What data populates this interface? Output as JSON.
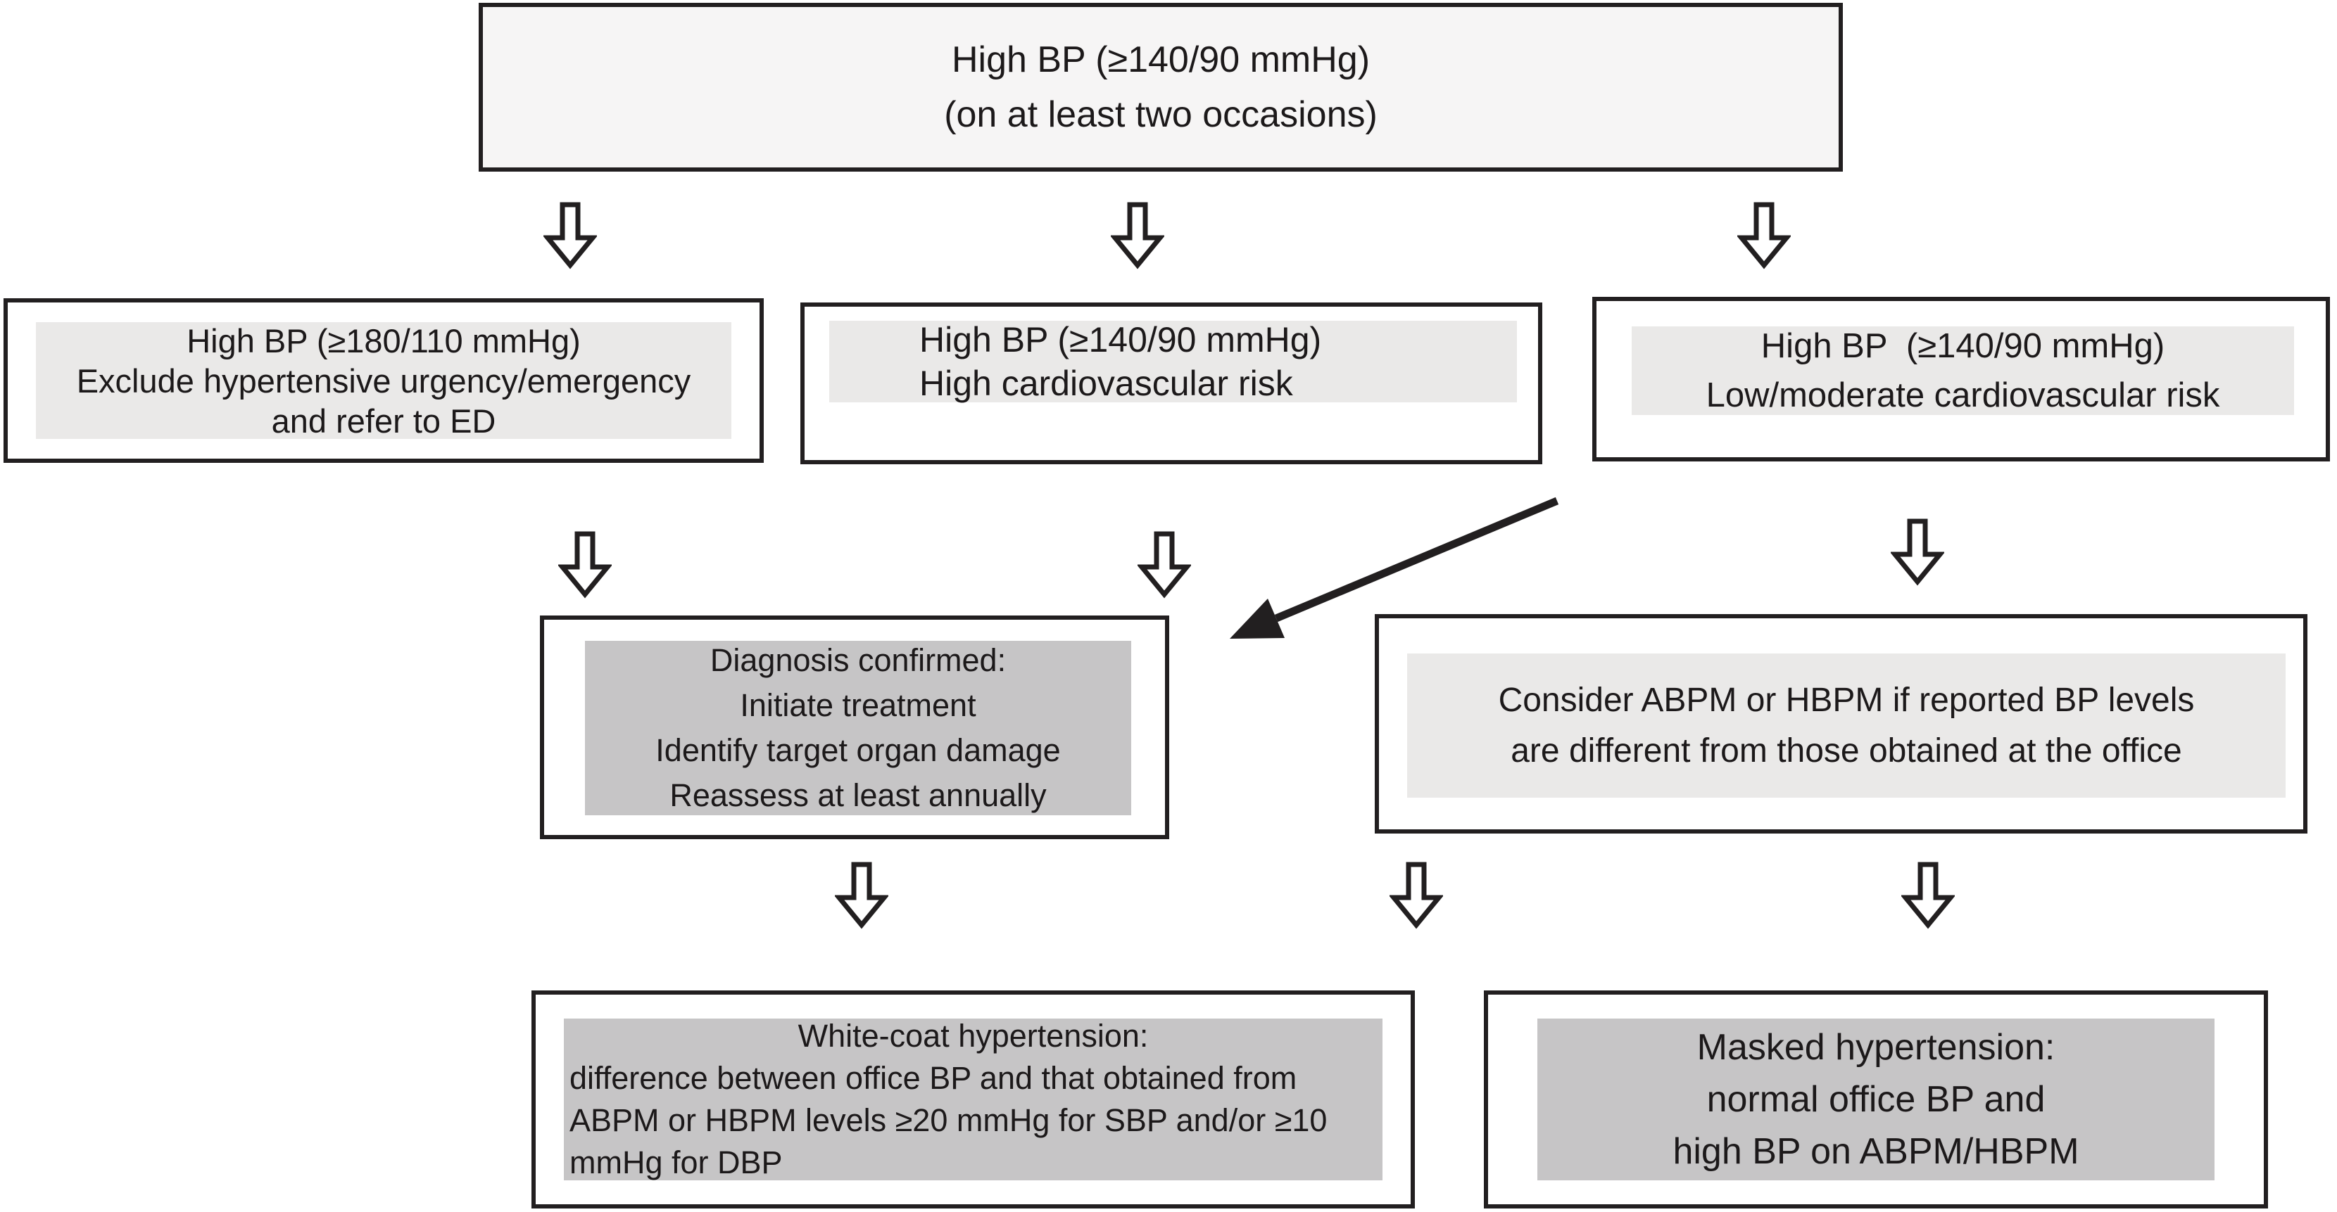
{
  "figure": {
    "type": "flowchart",
    "subject": "High blood pressure diagnostic pathway",
    "boxes": {
      "screening": {
        "lines": [
          "High BP (≥140/90 mmHg)",
          "(on at least two occasions)"
        ]
      },
      "urgency": {
        "lines": [
          "High BP (≥180/110 mmHg)",
          "Exclude hypertensive urgency/emergency",
          "and refer to ED"
        ]
      },
      "high_cv_risk": {
        "lines": [
          "High BP (≥140/90 mmHg)",
          "High cardiovascular risk"
        ]
      },
      "low_mod_cv_risk": {
        "lines": [
          "High BP  (≥140/90 mmHg)",
          "Low/moderate cardiovascular risk"
        ]
      },
      "diagnosis_confirmed": {
        "lines": [
          "Diagnosis confirmed:",
          "Initiate treatment",
          "Identify target organ damage",
          "Reassess at least annually"
        ]
      },
      "consider_abpm_hbpm": {
        "lines": [
          "Consider ABPM or HBPM if reported BP levels",
          "are different from those obtained at the office"
        ]
      },
      "white_coat": {
        "lines": [
          "White-coat hypertension:",
          "difference between office BP and that obtained from",
          "ABPM or HBPM levels ≥20 mmHg for SBP and/or ≥10",
          "mmHg for DBP"
        ]
      },
      "masked": {
        "lines": [
          "Masked hypertension:",
          "normal office BP and",
          "high BP on ABPM/HBPM"
        ]
      }
    },
    "icons": {
      "down_arrow": "hollow-block-down-arrow",
      "diagonal_arrow": "solid-arrow-pointing-down-left"
    },
    "colors": {
      "background": "#ffffff",
      "border": "#221f20",
      "text": "#1c191a",
      "screening_fill": "#f6f5f5",
      "light_panel": "#eae9e8",
      "dark_panel": "#c6c5c6"
    }
  }
}
